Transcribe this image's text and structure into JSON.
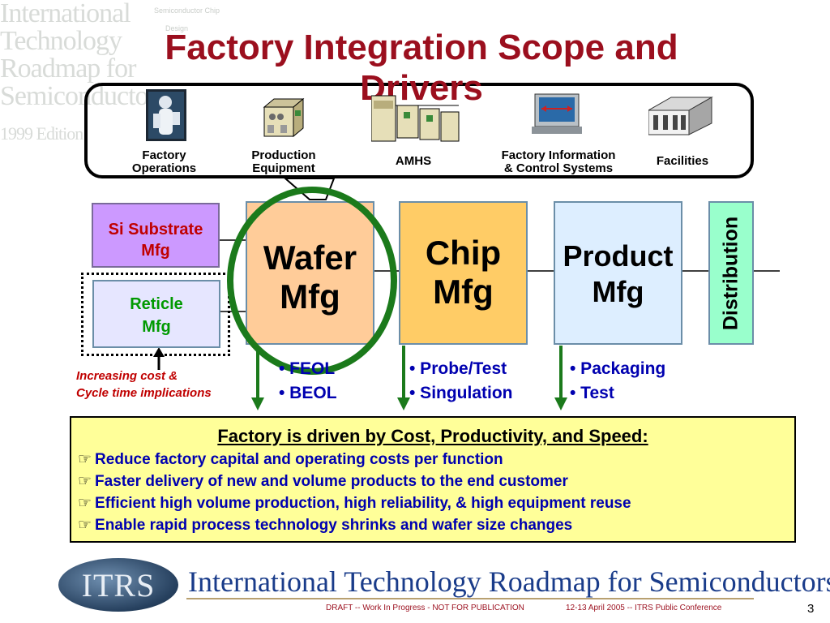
{
  "watermark": {
    "lines": [
      "International",
      "Technology",
      "Roadmap for",
      "Semiconductors"
    ],
    "edition": "1999 Edition",
    "small_labels": [
      "Semiconductor Chip",
      "Design"
    ]
  },
  "title": "Factory Integration Scope and Drivers",
  "top_domains": [
    {
      "label_1": "Factory",
      "label_2": "Operations",
      "icon": "technician-icon"
    },
    {
      "label_1": "Production",
      "label_2": "Equipment",
      "icon": "equipment-icon"
    },
    {
      "label_1": "AMHS",
      "label_2": "",
      "icon": "amhs-icon"
    },
    {
      "label_1": "Factory Information",
      "label_2": "& Control Systems",
      "icon": "computer-icon"
    },
    {
      "label_1": "Facilities",
      "label_2": "",
      "icon": "building-icon"
    }
  ],
  "side_boxes": {
    "si_substrate": {
      "line1": "Si Substrate",
      "line2": "Mfg"
    },
    "reticle": {
      "line1": "Reticle",
      "line2": "Mfg"
    }
  },
  "flow_boxes": {
    "wafer": {
      "line1": "Wafer",
      "line2": "Mfg"
    },
    "chip": {
      "line1": "Chip",
      "line2": "Mfg"
    },
    "product": {
      "line1": "Product",
      "line2": "Mfg"
    },
    "distribution": "Distribution"
  },
  "bullets": {
    "wafer": [
      "• FEOL",
      "• BEOL"
    ],
    "chip": [
      "• Probe/Test",
      "• Singulation"
    ],
    "product": [
      "• Packaging",
      "• Test"
    ]
  },
  "note": {
    "line1": "Increasing cost &",
    "line2": "Cycle time implications"
  },
  "drivers": {
    "heading": "Factory is driven by Cost, Productivity, and Speed:",
    "items": [
      "Reduce factory capital and operating costs per function",
      "Faster delivery of new and volume products to the end customer",
      "Efficient high volume production, high reliability, & high equipment reuse",
      "Enable rapid process technology shrinks and wafer size changes"
    ]
  },
  "footer": {
    "logo_text": "ITRS",
    "banner": "International Technology Roadmap for Semiconductors",
    "draft": "DRAFT -- Work In Progress - NOT FOR PUBLICATION",
    "conference": "12-13 April 2005 -- ITRS Public Conference",
    "page": "3"
  },
  "colors": {
    "title": "#9b0f1e",
    "blue_text": "#0000b0",
    "highlight_circle": "#1b7a1b",
    "wafer_fill": "#ffcc99",
    "chip_fill": "#ffcc66",
    "product_fill": "#ddeeff",
    "substrate_fill": "#cc99ff",
    "reticle_fill": "#e6e6ff",
    "distribution_fill": "#99ffcc",
    "driver_box_fill": "#ffff99"
  }
}
